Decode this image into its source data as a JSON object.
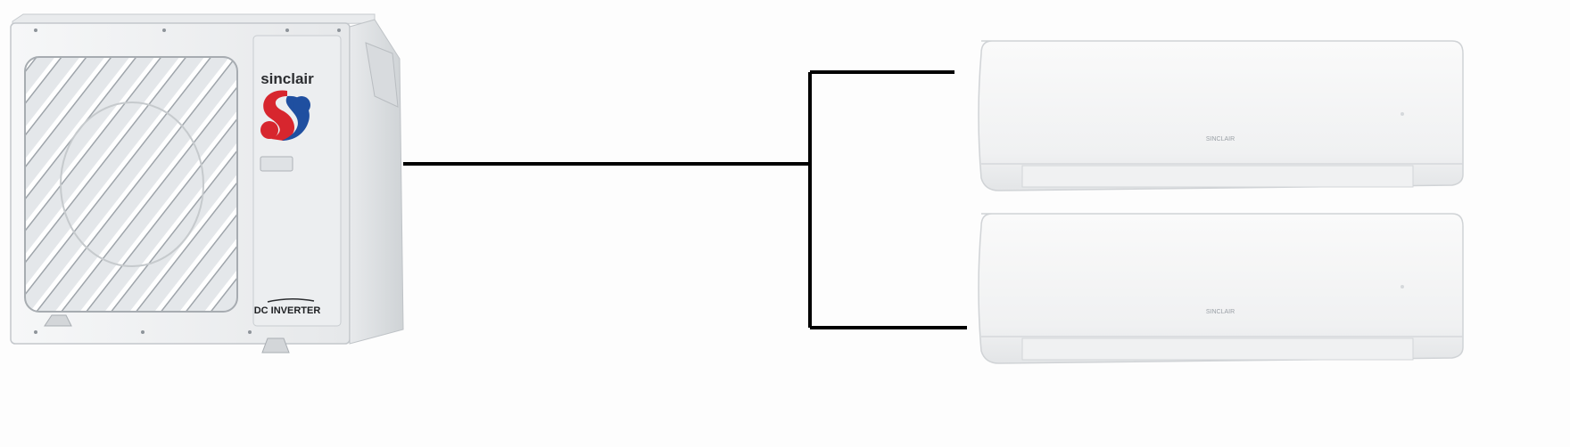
{
  "outdoor_unit": {
    "brand_text": "sinclair",
    "model_text": "DC INVERTER",
    "colors": {
      "body": "#eef0f1",
      "logo_red": "#d7262e",
      "logo_blue": "#1f4fa0"
    }
  },
  "indoor_units": [
    {
      "brand_text": "SINCLAIR"
    },
    {
      "brand_text": "SINCLAIR"
    }
  ],
  "connection": {
    "line_color": "#000000"
  }
}
